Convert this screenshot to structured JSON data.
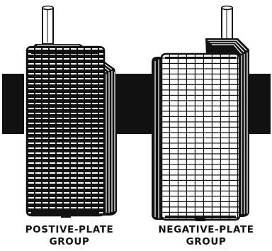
{
  "labels": {
    "positive": {
      "line1": "POSTIVE-PLATE",
      "line2": "GROUP"
    },
    "negative": {
      "line1": "NEGATIVE-PLATE",
      "line2": "GROUP"
    }
  },
  "colors": {
    "ink": "#111111",
    "paper": "#ffffff"
  }
}
